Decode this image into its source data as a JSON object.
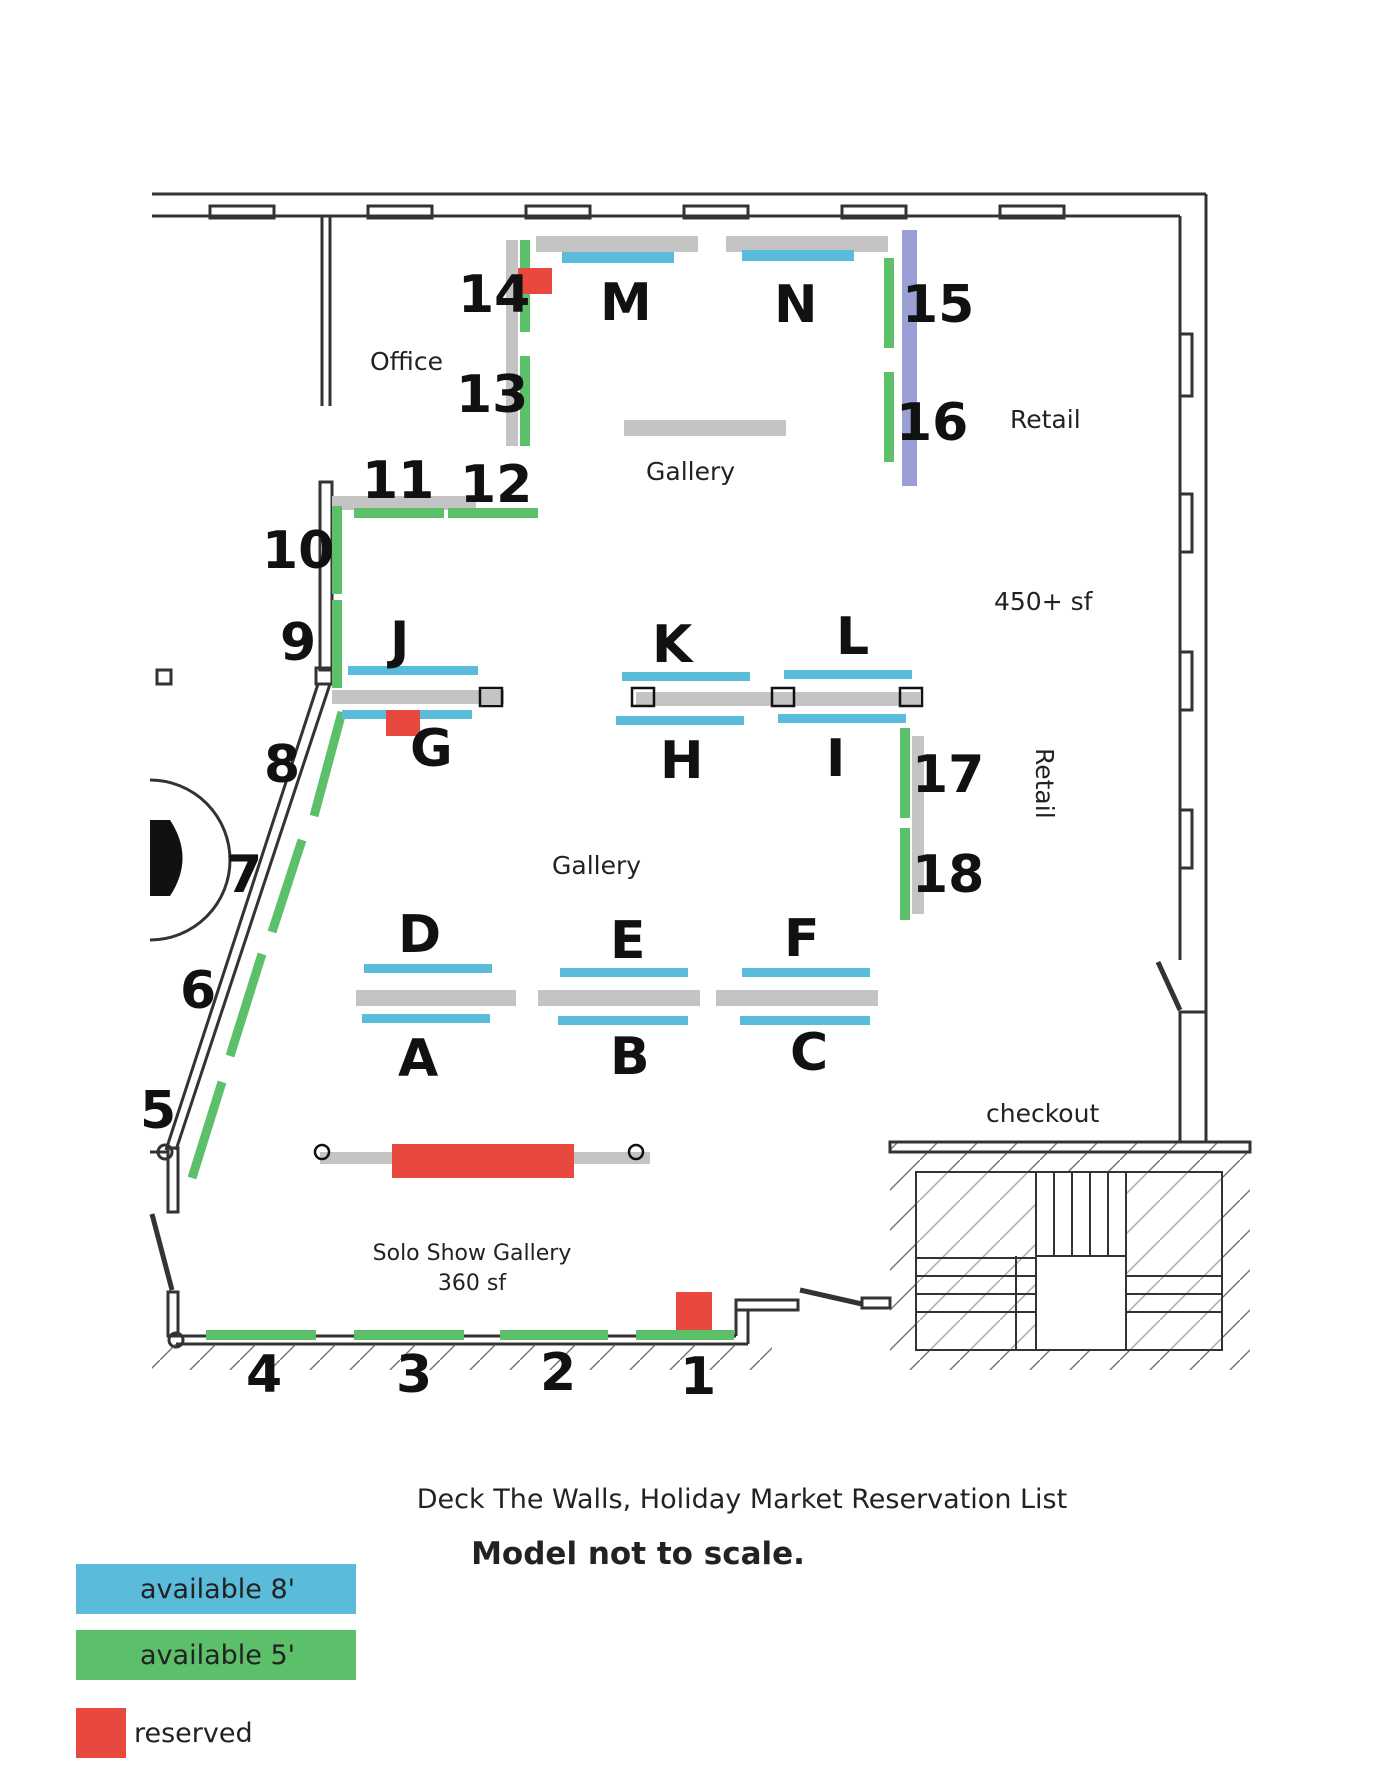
{
  "colors": {
    "available_8": "#5bbbdb",
    "available_5": "#5cbf6a",
    "reserved": "#e8483e",
    "partition": "#c4c4c4",
    "special": "#9a9fd6",
    "wall": "#333333"
  },
  "rooms": {
    "office": "Office",
    "gallery_upper": "Gallery",
    "gallery_main": "Gallery",
    "retail_upper": "Retail",
    "retail_side": "Retail",
    "area_retail": "450+ sf",
    "checkout": "checkout",
    "solo_show": "Solo Show Gallery",
    "solo_show_area": "360 sf"
  },
  "spots": {
    "s1": "1",
    "s2": "2",
    "s3": "3",
    "s4": "4",
    "s5": "5",
    "s6": "6",
    "s7": "7",
    "s8": "8",
    "s9": "9",
    "s10": "10",
    "s11": "11",
    "s12": "12",
    "s13": "13",
    "s14": "14",
    "s15": "15",
    "s16": "16",
    "s17": "17",
    "s18": "18",
    "A": "A",
    "B": "B",
    "C": "C",
    "D": "D",
    "E": "E",
    "F": "F",
    "G": "G",
    "H": "H",
    "I": "I",
    "J": "J",
    "K": "K",
    "L": "L",
    "M": "M",
    "N": "N"
  },
  "caption": {
    "title": "Deck The Walls, Holiday Market Reservation List",
    "note": "Model not to scale."
  },
  "legend": [
    {
      "label": "available 8'",
      "color": "#5bbbdb"
    },
    {
      "label": "available 5'",
      "color": "#5cbf6a"
    },
    {
      "label": "reserved",
      "color": "#e8483e"
    }
  ]
}
